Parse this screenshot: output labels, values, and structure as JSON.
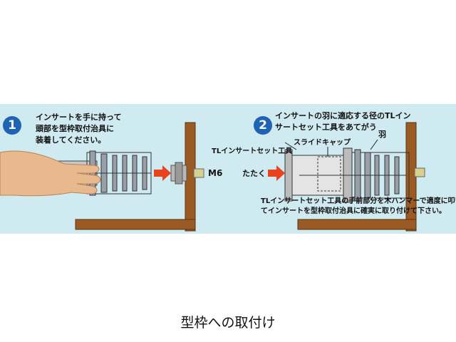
{
  "step1": {
    "badge": "1",
    "instruction_line1": "インサートを手に持って",
    "instruction_line2": "頭部を型枠取付治具に",
    "instruction_line3": "装着してください。",
    "bolt_label": "M6"
  },
  "step2": {
    "badge": "2",
    "heading_line1": "インサートの羽に適応する径のTLイン",
    "heading_line2": "サートセット工具をあてがう",
    "tool_label": "TLインサートセット工具",
    "cap_label": "スライドキャップ",
    "wing_label": "羽",
    "tap_label": "たたく",
    "note_line1": "TLインサートセット工具の手前部分を木ハンマーで適度に叩い",
    "note_line2": "てインサートを型枠取付治具に確実に取り付けて下さい。"
  },
  "caption": "型枠への取付け",
  "colors": {
    "panel": "#cfeaf0",
    "badge": "#1f63b5",
    "formwork": "#9a5a24",
    "arrow": "#e8431c",
    "skin": "#e8b98c"
  }
}
